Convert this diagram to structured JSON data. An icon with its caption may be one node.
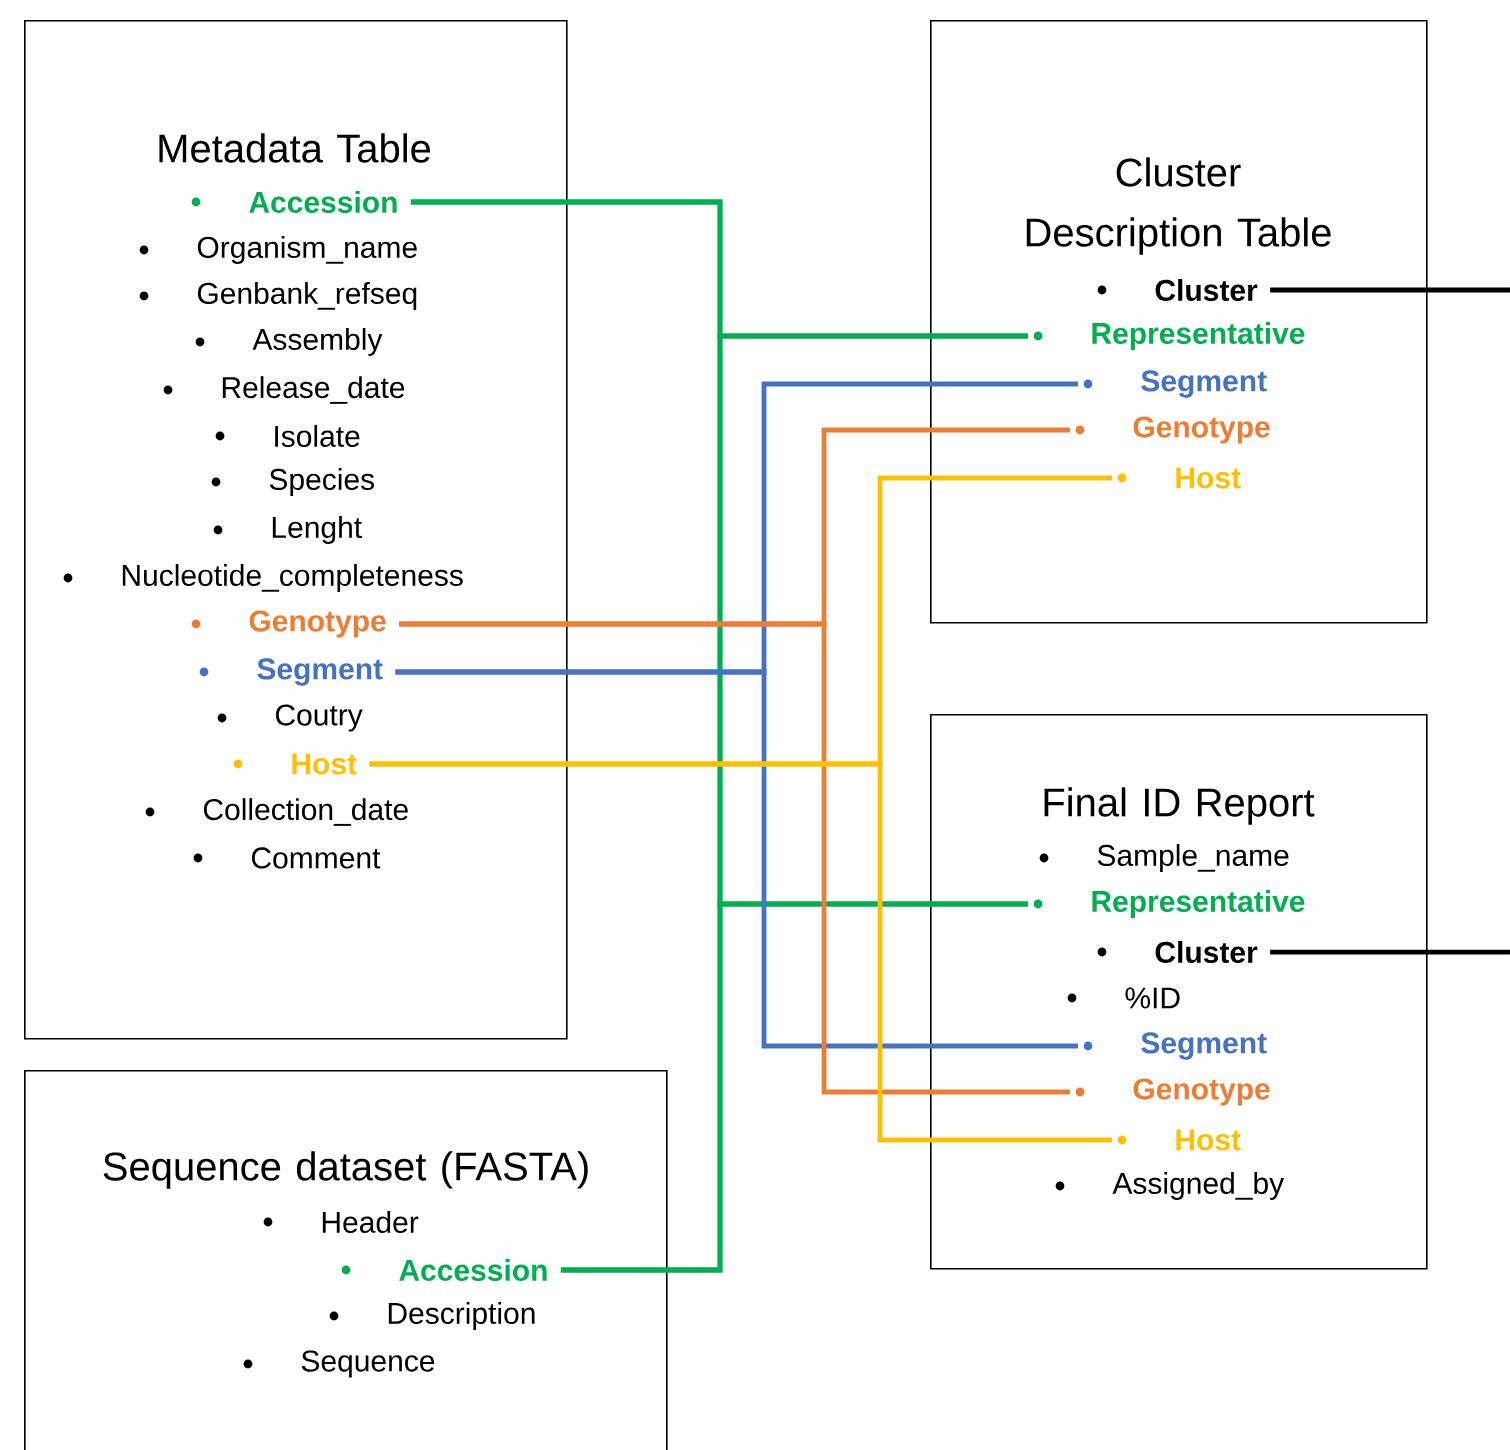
{
  "diagram": {
    "nodes": [
      {
        "text": [
          "Metadata Table"
        ]
      },
      {
        "text": [
          "Accession"
        ],
        "in": 0
      },
      {
        "text": [
          "Organism_name"
        ],
        "in": 0
      },
      {
        "text": [
          "Genbank_refseq"
        ],
        "in": 0
      },
      {
        "text": [
          "Assembly"
        ],
        "in": 0
      },
      {
        "text": [
          "Release_date"
        ],
        "in": 0
      },
      {
        "text": [
          "Isolate"
        ],
        "in": 0
      },
      {
        "text": [
          "Species"
        ],
        "in": 0
      },
      {
        "text": [
          "Lenght"
        ],
        "in": 0
      },
      {
        "text": [
          "Nucleotide_completeness"
        ],
        "in": 0
      },
      {
        "text": [
          "Genotype"
        ],
        "in": 0
      },
      {
        "text": [
          "Segment"
        ],
        "in": 0
      },
      {
        "text": [
          "Coutry"
        ],
        "in": 0
      },
      {
        "text": [
          "Host"
        ],
        "in": 0
      },
      {
        "text": [
          "Collection_date"
        ],
        "in": 0
      },
      {
        "text": [
          "Comment"
        ],
        "in": 0
      },
      {
        "text": [
          "Cluster Description Table"
        ]
      },
      {
        "text": [
          "Cluster"
        ],
        "in": 16
      },
      {
        "text": [
          "Representative"
        ],
        "in": 16
      },
      {
        "text": [
          "Segment"
        ],
        "in": 16
      },
      {
        "text": [
          "Genotype"
        ],
        "in": 16
      },
      {
        "text": [
          "Host"
        ],
        "in": 16
      },
      {
        "text": [
          "Final ID Report"
        ]
      },
      {
        "text": [
          "Sample_name"
        ],
        "in": 22
      },
      {
        "text": [
          "Representative"
        ],
        "in": 22
      },
      {
        "text": [
          "Cluster"
        ],
        "in": 22
      },
      {
        "text": [
          "%ID"
        ],
        "in": 22
      },
      {
        "text": [
          "Segment"
        ],
        "in": 22
      },
      {
        "text": [
          "Genotype"
        ],
        "in": 22
      },
      {
        "text": [
          "Host"
        ],
        "in": 22
      },
      {
        "text": [
          "Assigned_by"
        ],
        "in": 22
      },
      {
        "text": [
          "Sequence dataset (FASTA)"
        ]
      },
      {
        "text": [
          "Header"
        ],
        "in": 31
      },
      {
        "text": [
          "Accession"
        ],
        "in": 31
      },
      {
        "text": [
          "Description"
        ],
        "in": 31
      },
      {
        "text": [
          "Sequence"
        ],
        "in": 31
      }
    ],
    "edges": [
      {
        "from": 1,
        "to": 18,
        "arrow": "none",
        "color": "#00b050"
      },
      {
        "from": 1,
        "to": 24,
        "arrow": "none",
        "color": "#00b050"
      },
      {
        "from": 33,
        "to": 18,
        "arrow": "none",
        "color": "#00b050"
      },
      {
        "from": 33,
        "to": 24,
        "arrow": "none",
        "color": "#00b050"
      },
      {
        "from": 11,
        "to": 19,
        "arrow": "none",
        "color": "#4472c4"
      },
      {
        "from": 11,
        "to": 27,
        "arrow": "none",
        "color": "#4472c4"
      },
      {
        "from": 10,
        "to": 20,
        "arrow": "none",
        "color": "#ed7d31"
      },
      {
        "from": 10,
        "to": 28,
        "arrow": "none",
        "color": "#ed7d31"
      },
      {
        "from": 13,
        "to": 21,
        "arrow": "none",
        "color": "#ffc000"
      },
      {
        "from": 13,
        "to": 29,
        "arrow": "none",
        "color": "#ffc000"
      },
      {
        "from": 17,
        "to": null,
        "arrow": "none",
        "color": "#000000"
      },
      {
        "from": 25,
        "to": null,
        "arrow": "none",
        "color": "#000000"
      }
    ]
  }
}
